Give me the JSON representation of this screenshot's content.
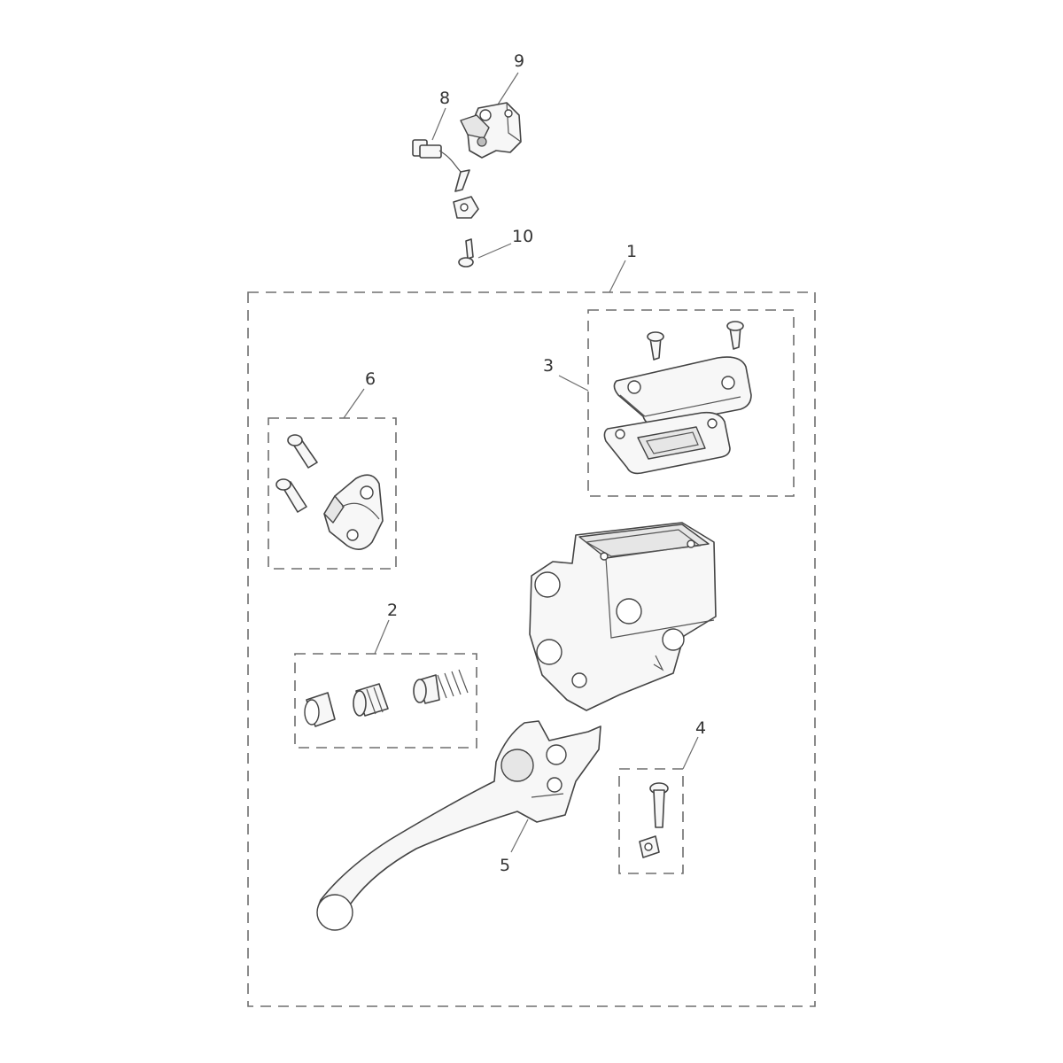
{
  "diagram": {
    "callouts": {
      "c1": "1",
      "c2": "2",
      "c3": "3",
      "c4": "4",
      "c5": "5",
      "c6": "6",
      "c8": "8",
      "c9": "9",
      "c10": "10"
    },
    "colors": {
      "line": "#444444",
      "dash": "#6e6e6e",
      "fill": "#f7f7f7",
      "text": "#333333"
    }
  }
}
